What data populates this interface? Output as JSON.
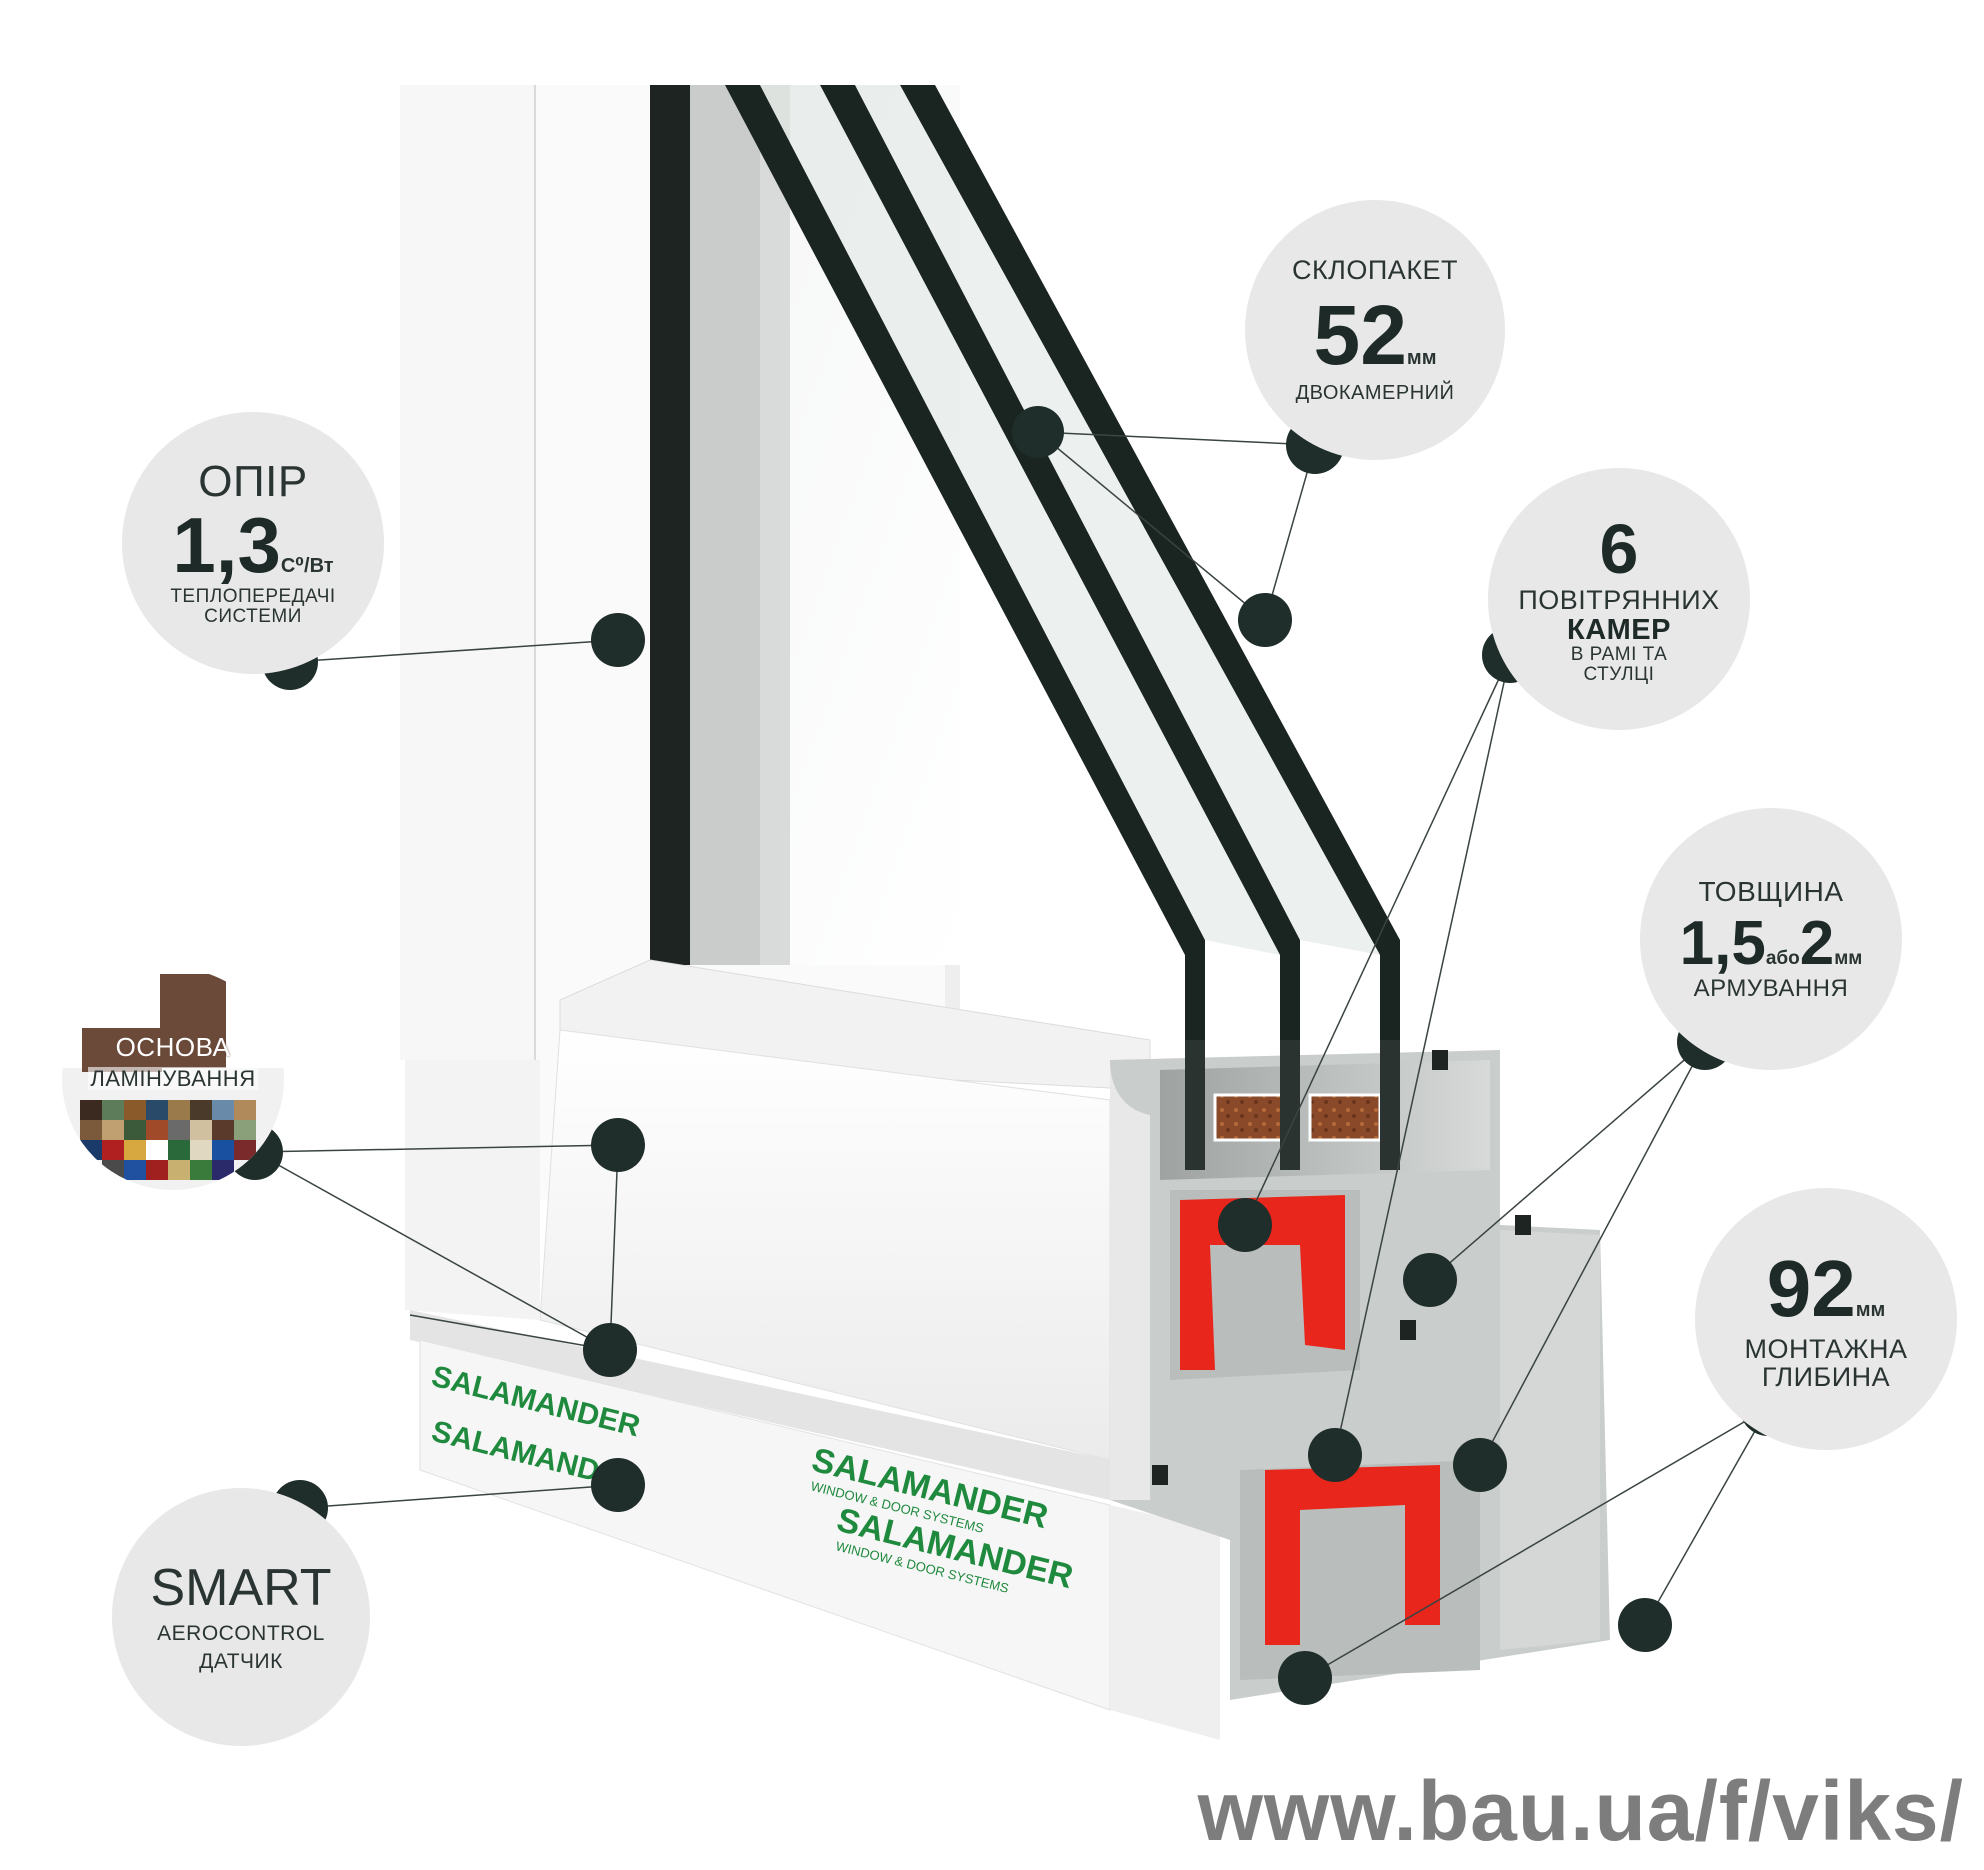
{
  "callouts": {
    "glazing": {
      "top": "СКЛОПАКЕТ",
      "value": "52",
      "unit": "мм",
      "bottom": "ДВОКАМЕРНИЙ"
    },
    "resistance": {
      "top": "ОПІР",
      "value": "1,3",
      "unit": "С⁰/Вт",
      "line1": "ТЕПЛОПЕРЕДАЧІ",
      "line2": "СИСТЕМИ"
    },
    "chambers": {
      "value": "6",
      "line1": "ПОВІТРЯННИХ",
      "line2": "КАМЕР",
      "line3": "В РАМІ ТА",
      "line4": "СТУЛЦІ"
    },
    "thickness": {
      "top": "ТОВЩИНА",
      "value1": "1,5",
      "connector": "або",
      "value2": "2",
      "unit": "мм",
      "bottom": "АРМУВАННЯ"
    },
    "lamination": {
      "line1": "ОСНОВА",
      "line2": "ЛАМІНУВАННЯ"
    },
    "depth": {
      "value": "92",
      "unit": "мм",
      "line1": "МОНТАЖНА",
      "line2": "ГЛИБИНА"
    },
    "smart": {
      "title": "SMART",
      "line1": "AEROCONTROL",
      "line2": "ДАТЧИК"
    }
  },
  "profile_film": {
    "brand": "SALAMANDER",
    "registered": "®",
    "tagline": "WINDOW & DOOR SYSTEMS"
  },
  "watermark": "www.bau.ua/f/viks/",
  "colors": {
    "marker": "#1f2d2b",
    "bubble": "#e8e8e8",
    "glass_edge": "#1a2420",
    "reinforcement": "#e8261c",
    "brand_green": "#1f8a3d",
    "lamination_brown": "#6b4a3a"
  }
}
